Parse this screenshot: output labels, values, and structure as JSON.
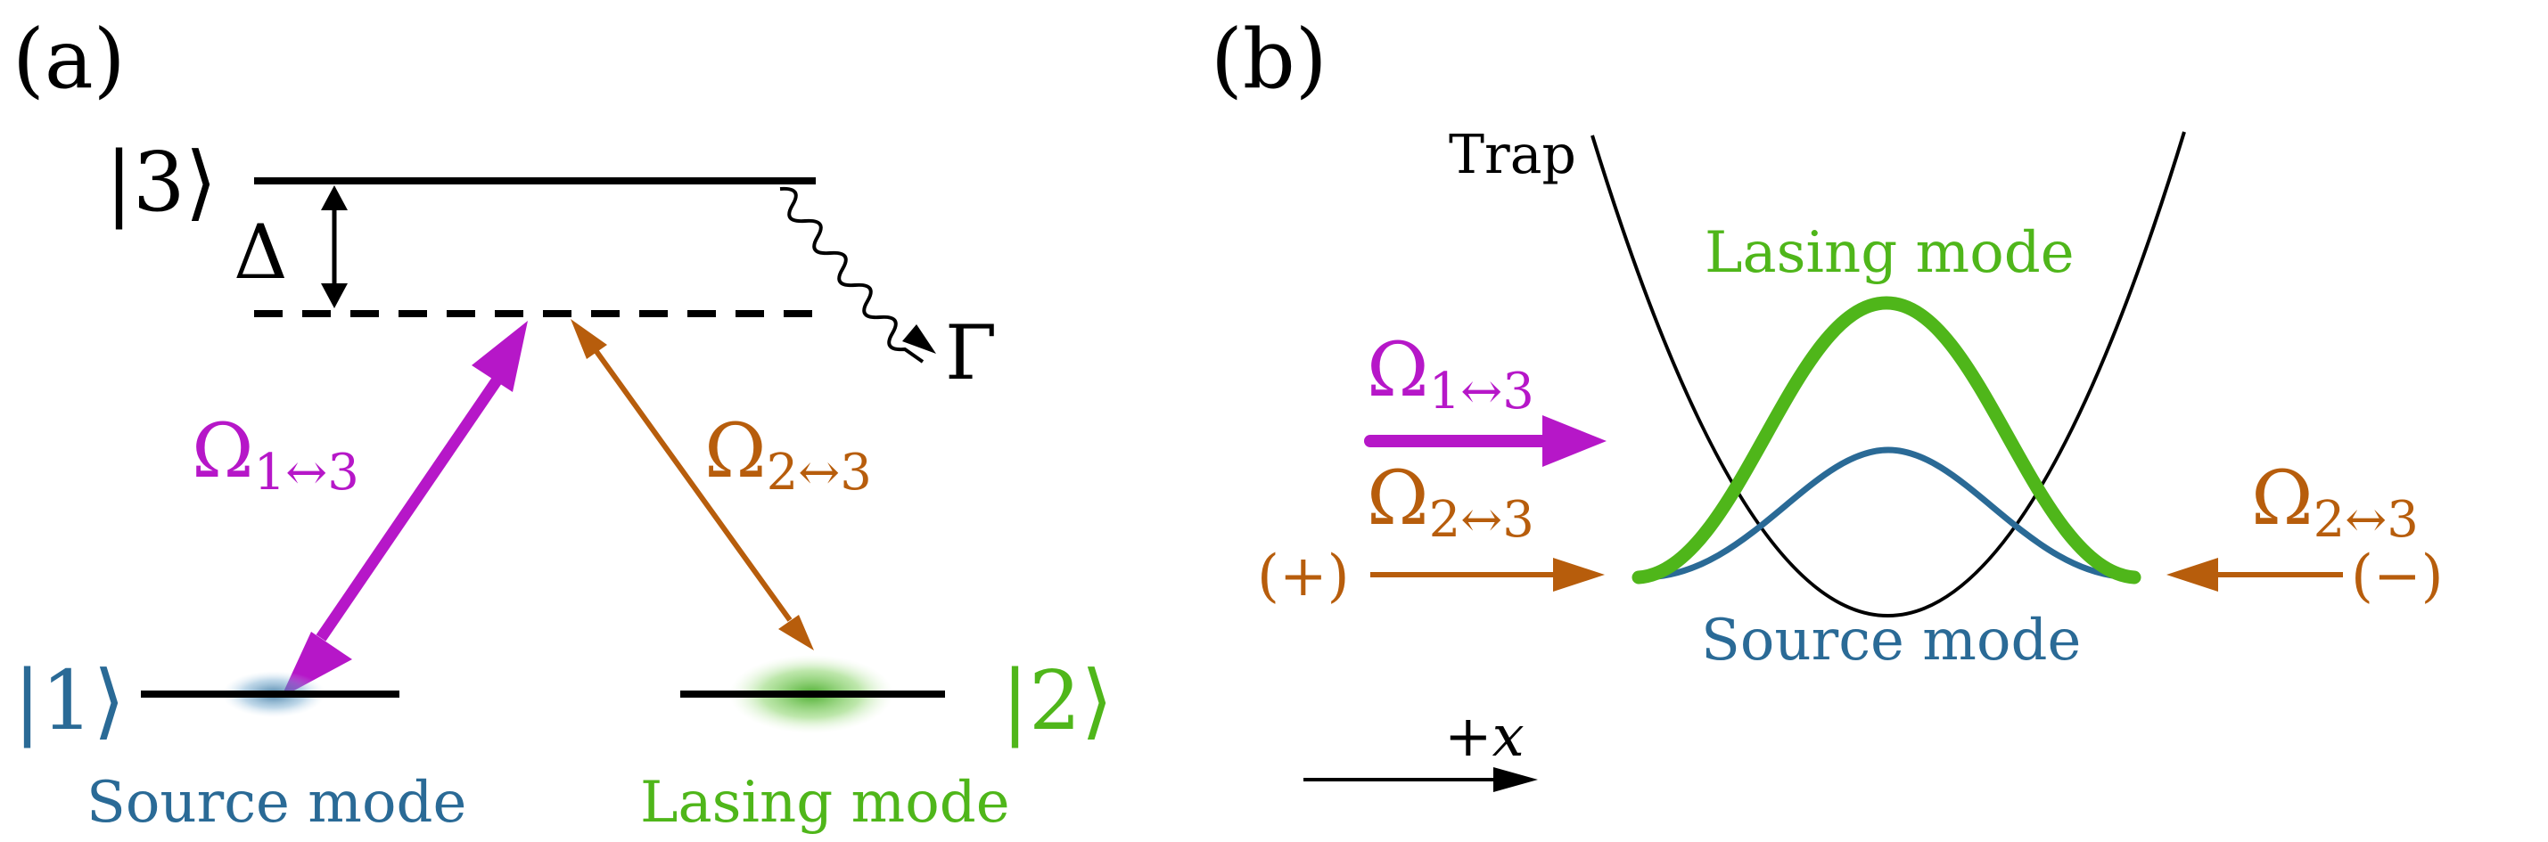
{
  "colors": {
    "black": "#000000",
    "magenta": "#b617c8",
    "orange": "#b75d0c",
    "blue": "#2a6a96",
    "green": "#4fb61a"
  },
  "panel_a": {
    "label": "(a)",
    "level3_ket": "|3⟩",
    "level1_ket": "|1⟩",
    "level2_ket": "|2⟩",
    "detuning": "Δ",
    "decay": "Γ",
    "omega13": {
      "main": "Ω",
      "sub": "1↔3"
    },
    "omega23": {
      "main": "Ω",
      "sub": "2↔3"
    },
    "source_caption": "Source mode",
    "lasing_caption": "Lasing mode"
  },
  "panel_b": {
    "label": "(b)",
    "trap_label": "Trap",
    "lasing_label": "Lasing mode",
    "source_label": "Source mode",
    "omega13": {
      "main": "Ω",
      "sub": "1↔3"
    },
    "omega23_left": {
      "main": "Ω",
      "sub": "2↔3"
    },
    "omega23_right": {
      "main": "Ω",
      "sub": "2↔3"
    },
    "plus_label": "(+)",
    "minus_label": "(−)",
    "axis_label": "+x"
  }
}
